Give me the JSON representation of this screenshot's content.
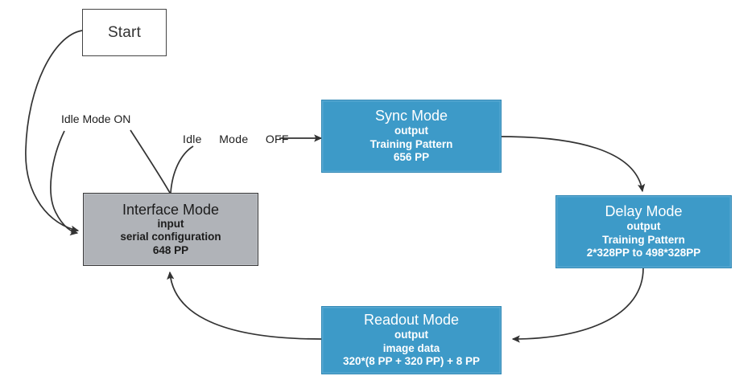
{
  "diagram": {
    "type": "state-machine-flowchart",
    "background_color": "#ffffff",
    "palette": {
      "blue_fill": "#3d9ac8",
      "blue_border": "#2f87b4",
      "gray_fill": "#b0b3b8",
      "gray_border": "#3a3a3a",
      "start_border": "#444444",
      "edge_stroke": "#333333",
      "blue_text": "#ffffff",
      "dark_text": "#1c1c1c"
    }
  },
  "nodes": {
    "start": {
      "title": "Start",
      "style": "white-box"
    },
    "interface_mode": {
      "title": "Interface Mode",
      "line1": "input",
      "line2": "serial configuration",
      "line3": "648 PP",
      "style": "gray-box"
    },
    "sync_mode": {
      "title": "Sync Mode",
      "line1": "output",
      "line2": "Training Pattern",
      "line3": "656 PP",
      "style": "blue-box"
    },
    "delay_mode": {
      "title": "Delay Mode",
      "line1": "output",
      "line2": "Training Pattern",
      "line3": "2*328PP to 498*328PP",
      "style": "blue-box"
    },
    "readout_mode": {
      "title": "Readout Mode",
      "line1": "output",
      "line2": "image data",
      "line3": "320*(8 PP + 320 PP) + 8 PP",
      "style": "blue-box"
    }
  },
  "edge_labels": {
    "idle_mode_on": "Idle Mode ON",
    "idle_mode_off_word1": "Idle",
    "idle_mode_off_word2": "Mode",
    "idle_mode_off_word3": "OFF"
  },
  "edges": [
    {
      "id": "start-to-interface",
      "from": "start",
      "to": "interface_mode",
      "label": ""
    },
    {
      "id": "idle-on-to-interface",
      "from": "idle_mode_on_label",
      "to": "interface_mode",
      "label": "Idle Mode ON"
    },
    {
      "id": "interface-to-idle-off",
      "from": "interface_mode",
      "to": "idle_mode_off_label",
      "label": "Idle Mode OFF"
    },
    {
      "id": "idle-off-to-sync",
      "from": "idle_mode_off_label",
      "to": "sync_mode",
      "label": ""
    },
    {
      "id": "sync-to-delay",
      "from": "sync_mode",
      "to": "delay_mode",
      "label": ""
    },
    {
      "id": "delay-to-readout",
      "from": "delay_mode",
      "to": "readout_mode",
      "label": ""
    },
    {
      "id": "readout-to-interface",
      "from": "readout_mode",
      "to": "interface_mode",
      "label": ""
    }
  ]
}
